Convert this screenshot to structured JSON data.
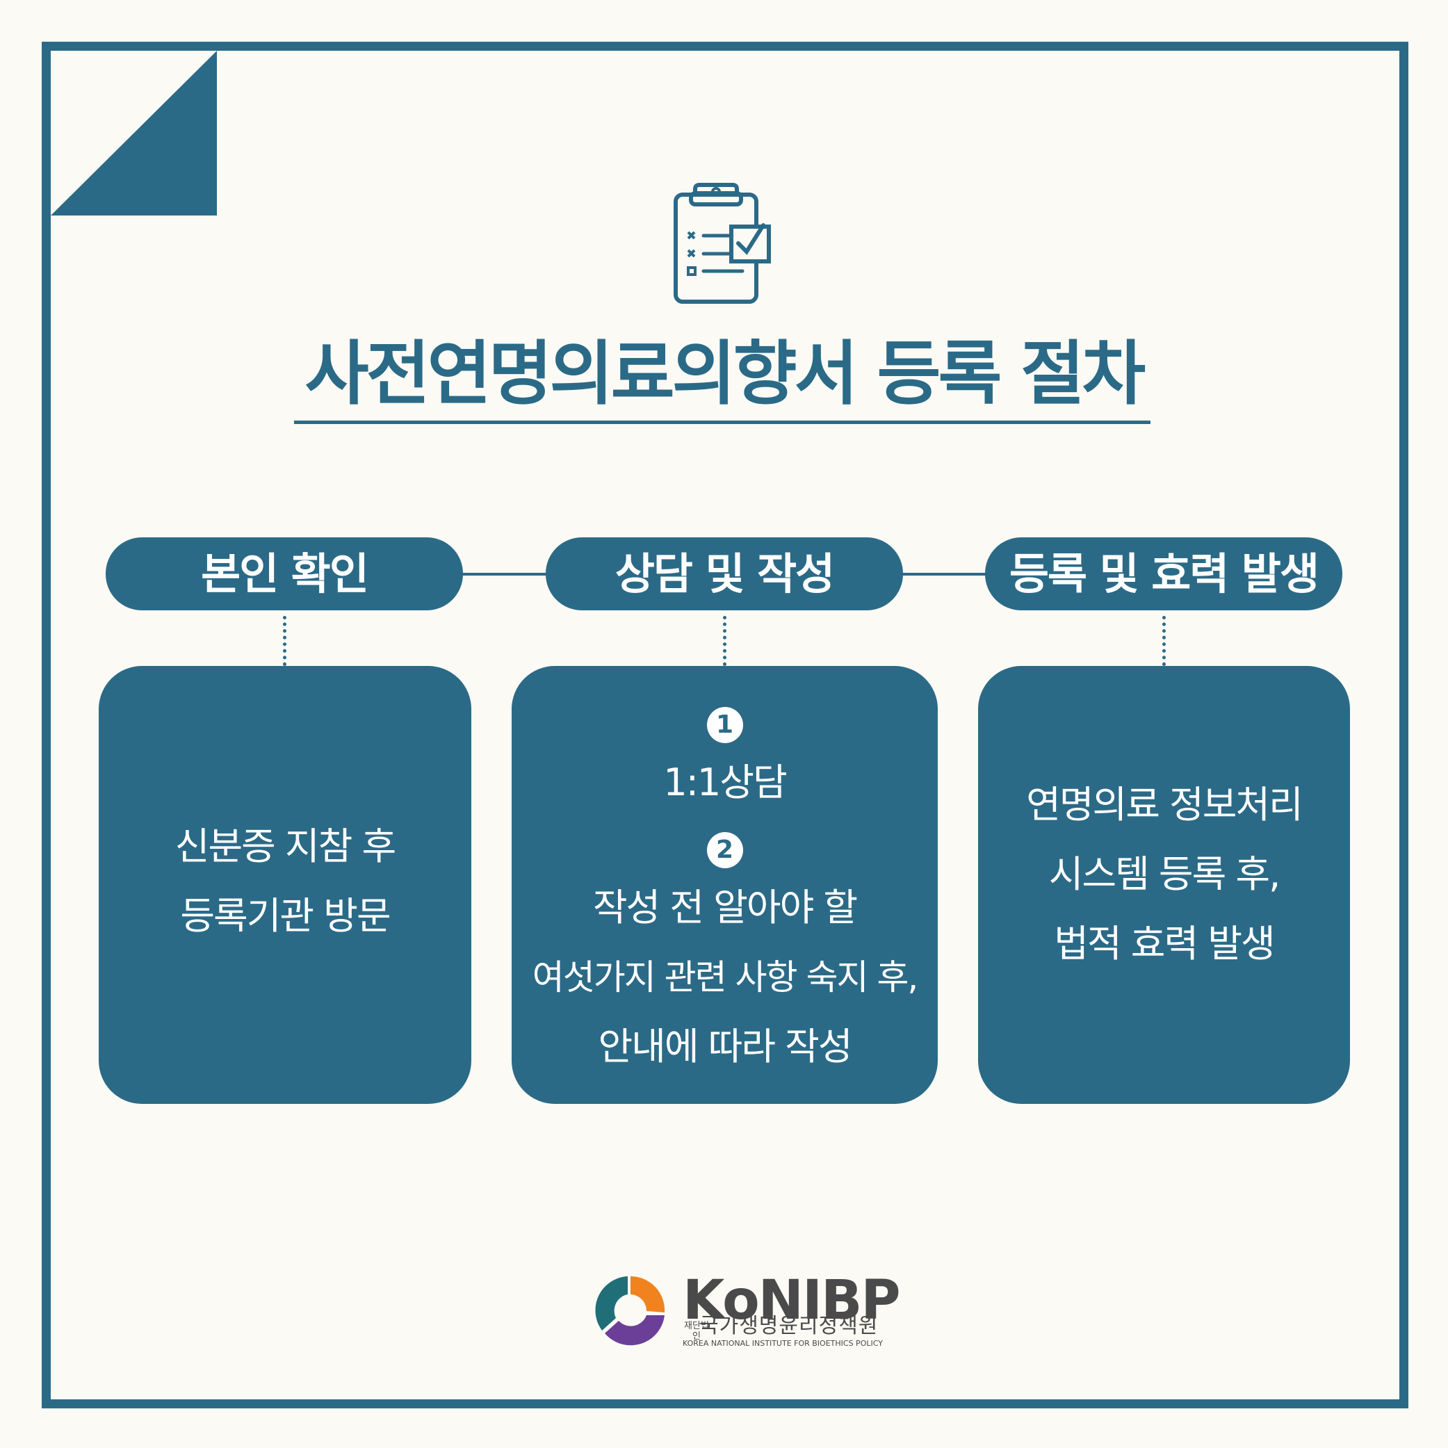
{
  "title": "사전연명의료의향서 등록 절차",
  "colors": {
    "primary": "#2b6a87",
    "background": "#fbfaf5",
    "text_on_primary": "#ffffff"
  },
  "icons": {
    "header": "clipboard-checklist-icon",
    "logo": "konibp-logo-icon"
  },
  "steps": [
    {
      "label": "본인 확인",
      "lines": [
        "신분증 지참 후",
        "등록기관 방문"
      ]
    },
    {
      "label": "상담 및 작성",
      "items": [
        {
          "number": "1",
          "lines": [
            "1:1상담"
          ]
        },
        {
          "number": "2",
          "lines": [
            "작성 전 알아야 할",
            "여섯가지 관련 사항 숙지 후,",
            "안내에 따라 작성"
          ]
        }
      ]
    },
    {
      "label": "등록 및 효력 발생",
      "lines": [
        "연명의료 정보처리",
        "시스템 등록 후,",
        "법적 효력 발생"
      ]
    }
  ],
  "logo": {
    "name": "KoNIBP",
    "tag": "재단법인",
    "korean_name": "국가생명윤리정책원",
    "english_name": "KOREA NATIONAL INSTITUTE FOR BIOETHICS POLICY"
  }
}
